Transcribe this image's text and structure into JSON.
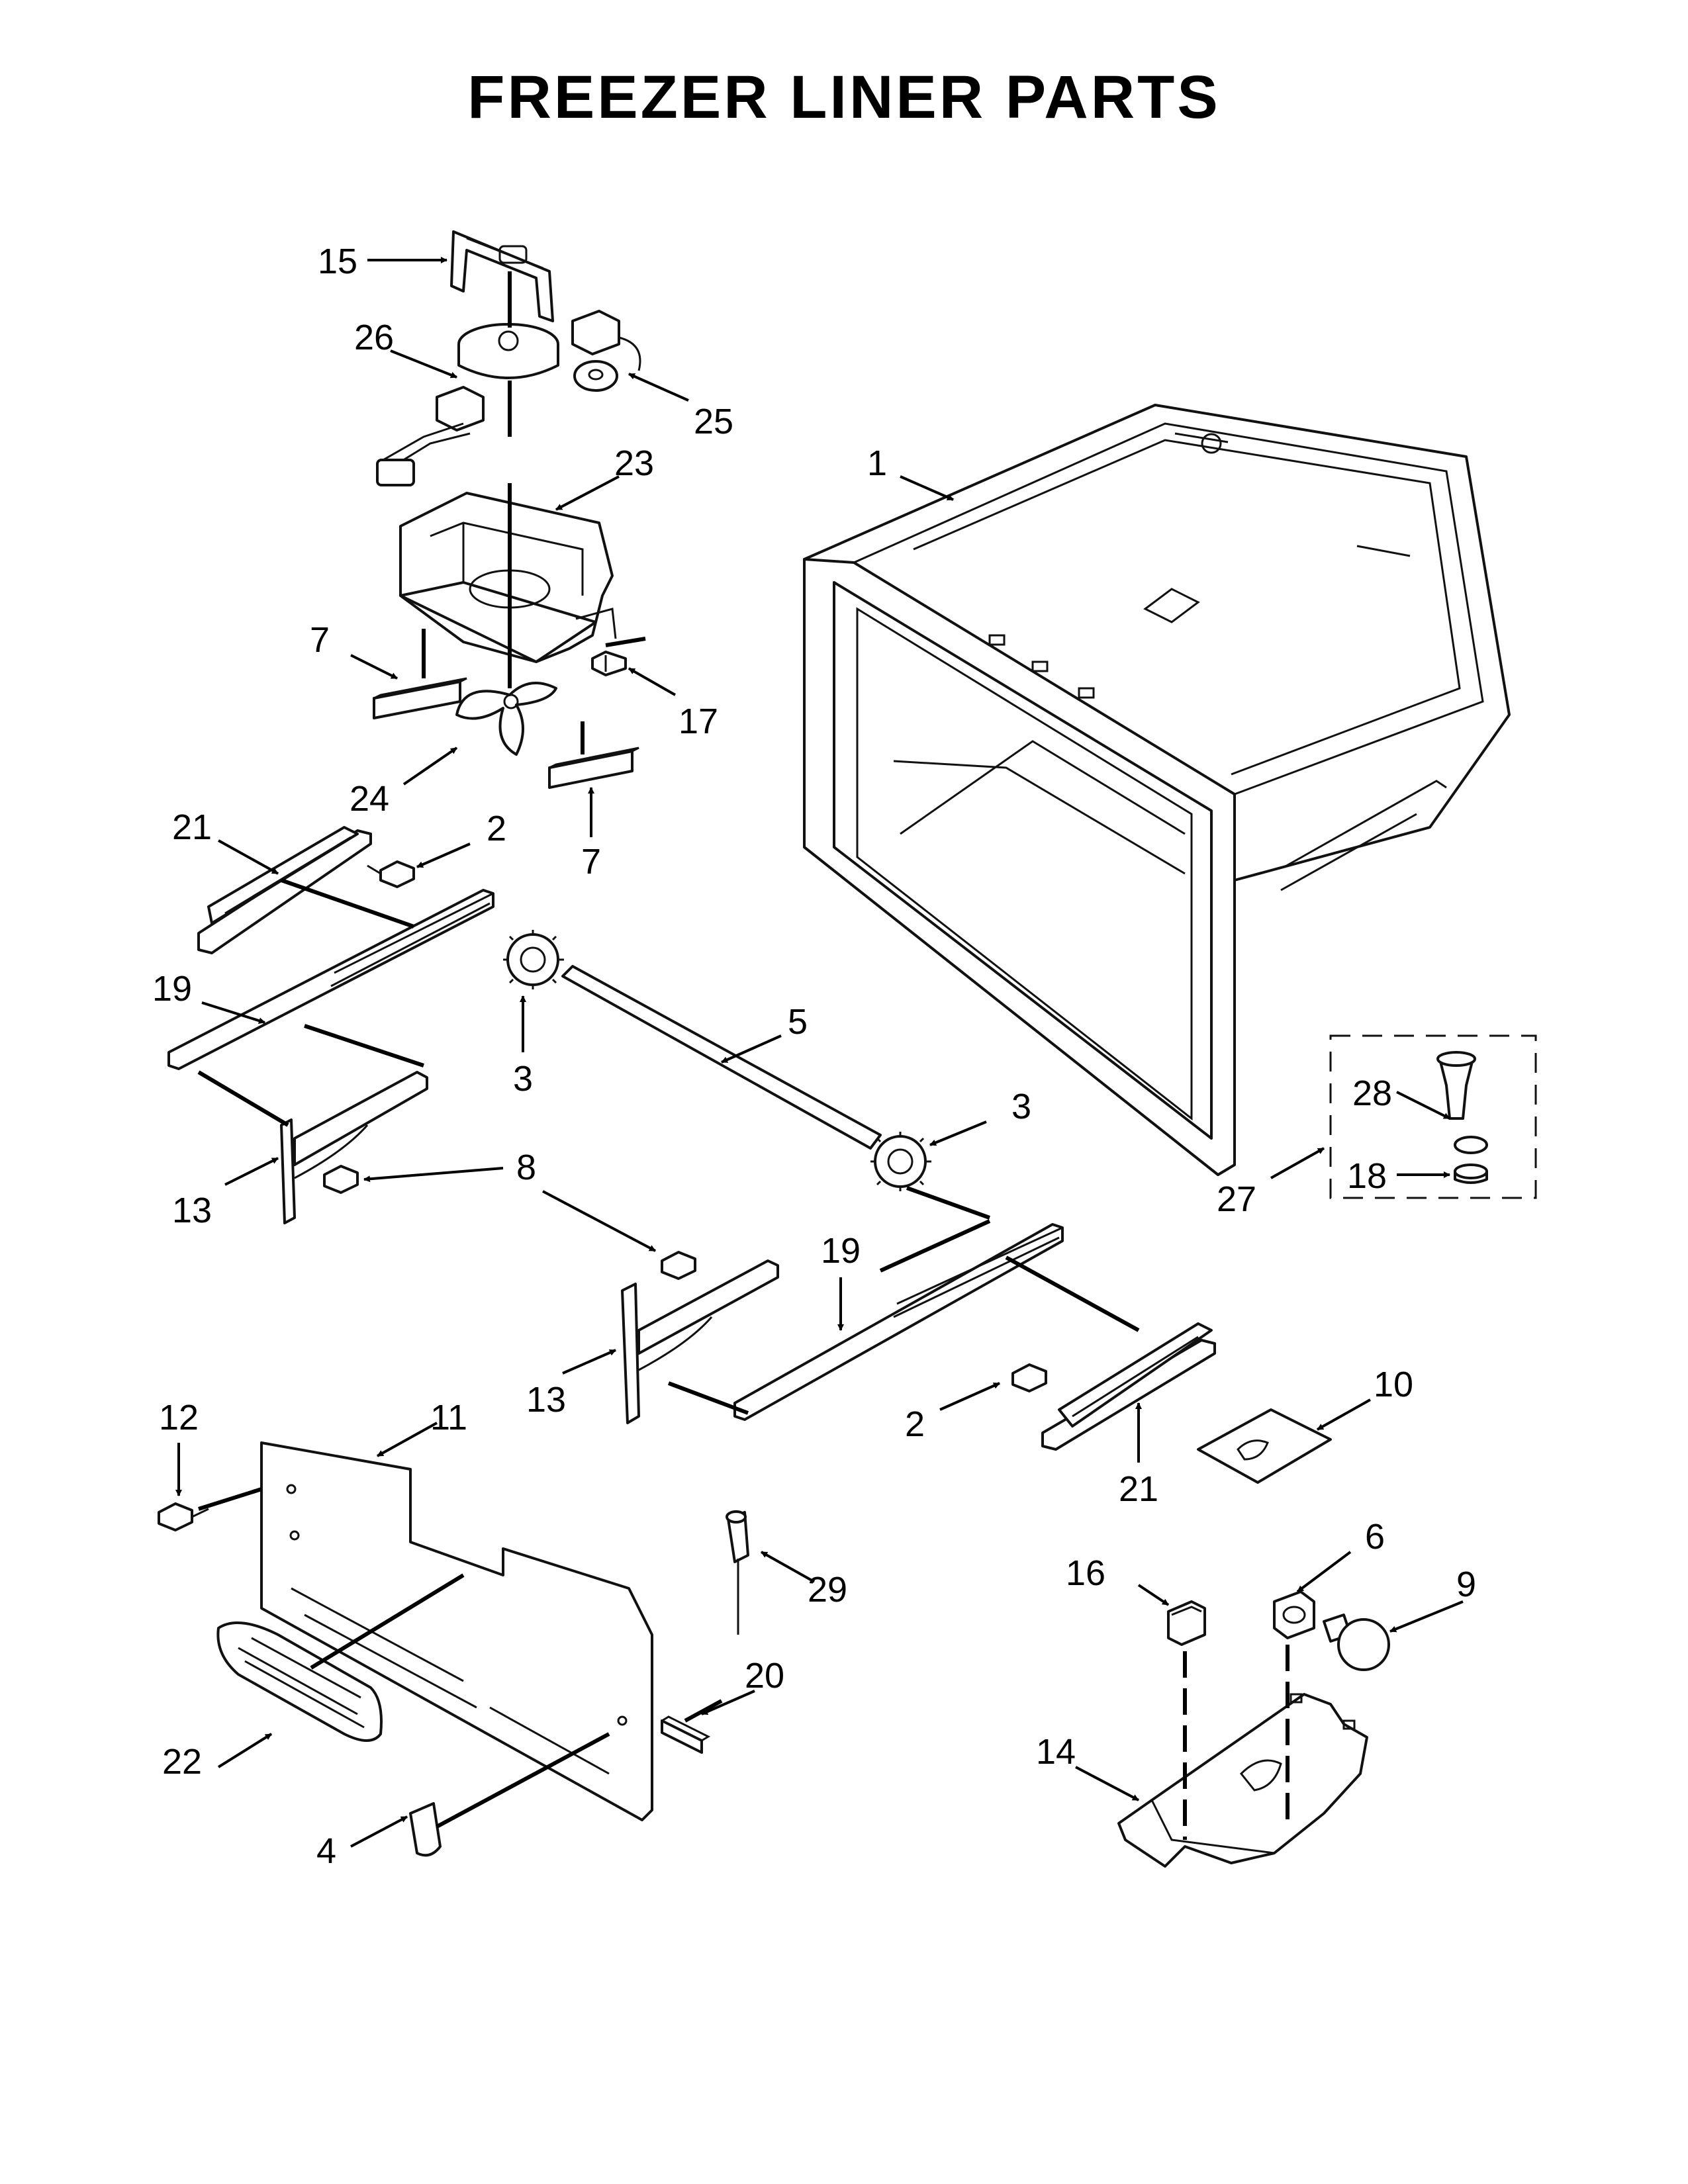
{
  "page": {
    "title": "FREEZER LINER PARTS"
  },
  "callouts": [
    {
      "id": "c15",
      "number": "15"
    },
    {
      "id": "c26",
      "number": "26"
    },
    {
      "id": "c25",
      "number": "25"
    },
    {
      "id": "c23",
      "number": "23"
    },
    {
      "id": "c1",
      "number": "1"
    },
    {
      "id": "c7a",
      "number": "7"
    },
    {
      "id": "c17",
      "number": "17"
    },
    {
      "id": "c24",
      "number": "24"
    },
    {
      "id": "c7b",
      "number": "7"
    },
    {
      "id": "c21a",
      "number": "21"
    },
    {
      "id": "c2a",
      "number": "2"
    },
    {
      "id": "c19a",
      "number": "19"
    },
    {
      "id": "c3a",
      "number": "3"
    },
    {
      "id": "c5",
      "number": "5"
    },
    {
      "id": "c3b",
      "number": "3"
    },
    {
      "id": "c13a",
      "number": "13"
    },
    {
      "id": "c8",
      "number": "8"
    },
    {
      "id": "c28",
      "number": "28"
    },
    {
      "id": "c18",
      "number": "18"
    },
    {
      "id": "c27",
      "number": "27"
    },
    {
      "id": "c19b",
      "number": "19"
    },
    {
      "id": "c13b",
      "number": "13"
    },
    {
      "id": "c2b",
      "number": "2"
    },
    {
      "id": "c21b",
      "number": "21"
    },
    {
      "id": "c10",
      "number": "10"
    },
    {
      "id": "c12",
      "number": "12"
    },
    {
      "id": "c11",
      "number": "11"
    },
    {
      "id": "c29",
      "number": "29"
    },
    {
      "id": "c6",
      "number": "6"
    },
    {
      "id": "c16",
      "number": "16"
    },
    {
      "id": "c9",
      "number": "9"
    },
    {
      "id": "c20",
      "number": "20"
    },
    {
      "id": "c22",
      "number": "22"
    },
    {
      "id": "c14",
      "number": "14"
    },
    {
      "id": "c4",
      "number": "4"
    }
  ]
}
